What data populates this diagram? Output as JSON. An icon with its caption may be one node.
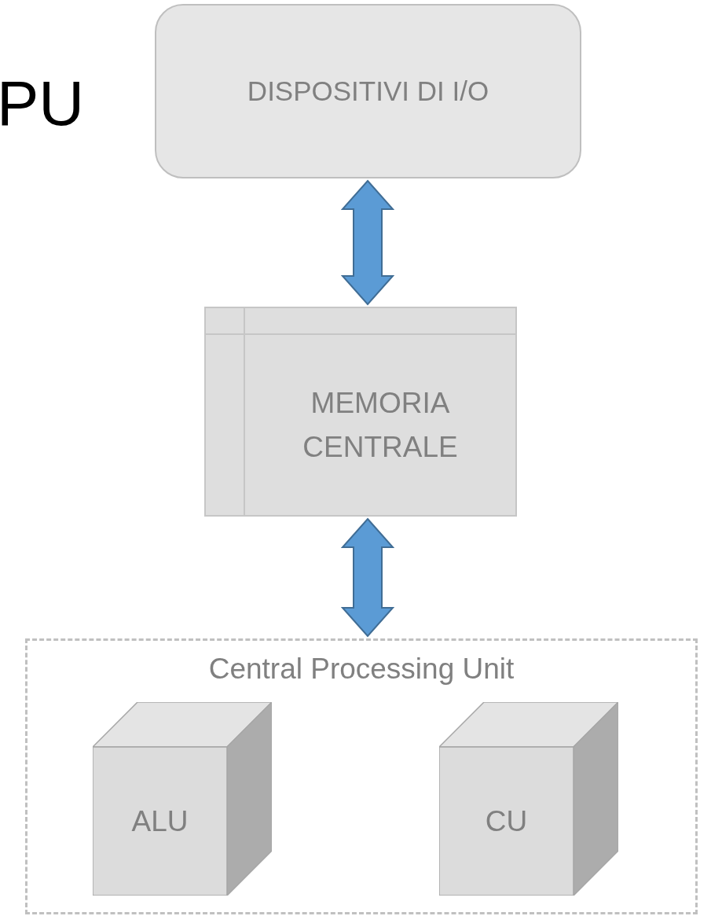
{
  "diagram": {
    "nodes": [
      {
        "text": [
          "DISPOSITIVI DI I/O"
        ]
      },
      {
        "text": [
          "MEMORIA CENTRALE"
        ]
      },
      {
        "text": [
          "Central Processing Unit"
        ]
      },
      {
        "text": [
          "ALU"
        ],
        "in": 2
      },
      {
        "text": [
          "CU"
        ],
        "in": 2
      }
    ],
    "edges": [
      {
        "from": 0,
        "to": 1,
        "arrow": "both",
        "color": "#5b9bd5"
      },
      {
        "from": 1,
        "to": 2,
        "arrow": "both",
        "color": "#5b9bd5"
      }
    ],
    "labels": [
      "PU"
    ]
  }
}
